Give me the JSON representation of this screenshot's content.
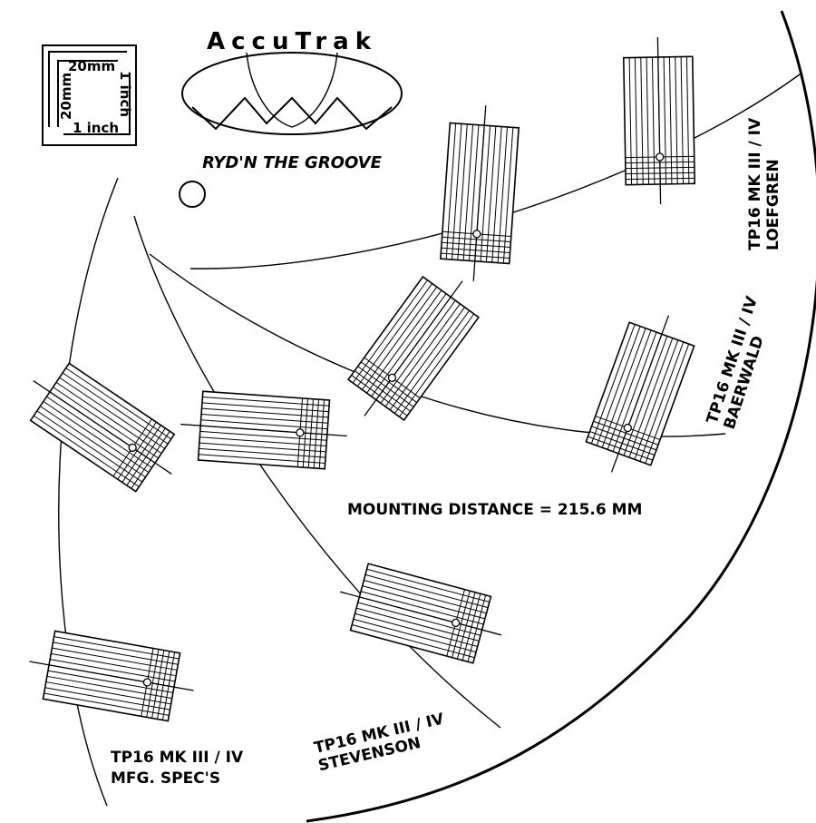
{
  "logo": {
    "wordmark": "AccuTrak",
    "tagline": "RYD'N THE GROOVE"
  },
  "scale_gauge": {
    "mm_top": "20mm",
    "mm_side": "20mm",
    "inch_bottom": "1 inch",
    "inch_side": "1 inch"
  },
  "mounting_distance": "MOUNTING DISTANCE = 215.6 MM",
  "labels": {
    "loefgren": {
      "model": "TP16 MK III / IV",
      "name": "LOEFGREN"
    },
    "baerwald": {
      "model": "TP16 MK III / IV",
      "name": "BAERWALD"
    },
    "stevenson": {
      "model": "TP16 MK III / IV",
      "name": "STEVENSON"
    },
    "mfg": {
      "model": "TP16 MK III / IV",
      "name": "MFG. SPEC'S"
    }
  },
  "colors": {
    "ink": "#000000",
    "paper": "#ffffff"
  }
}
